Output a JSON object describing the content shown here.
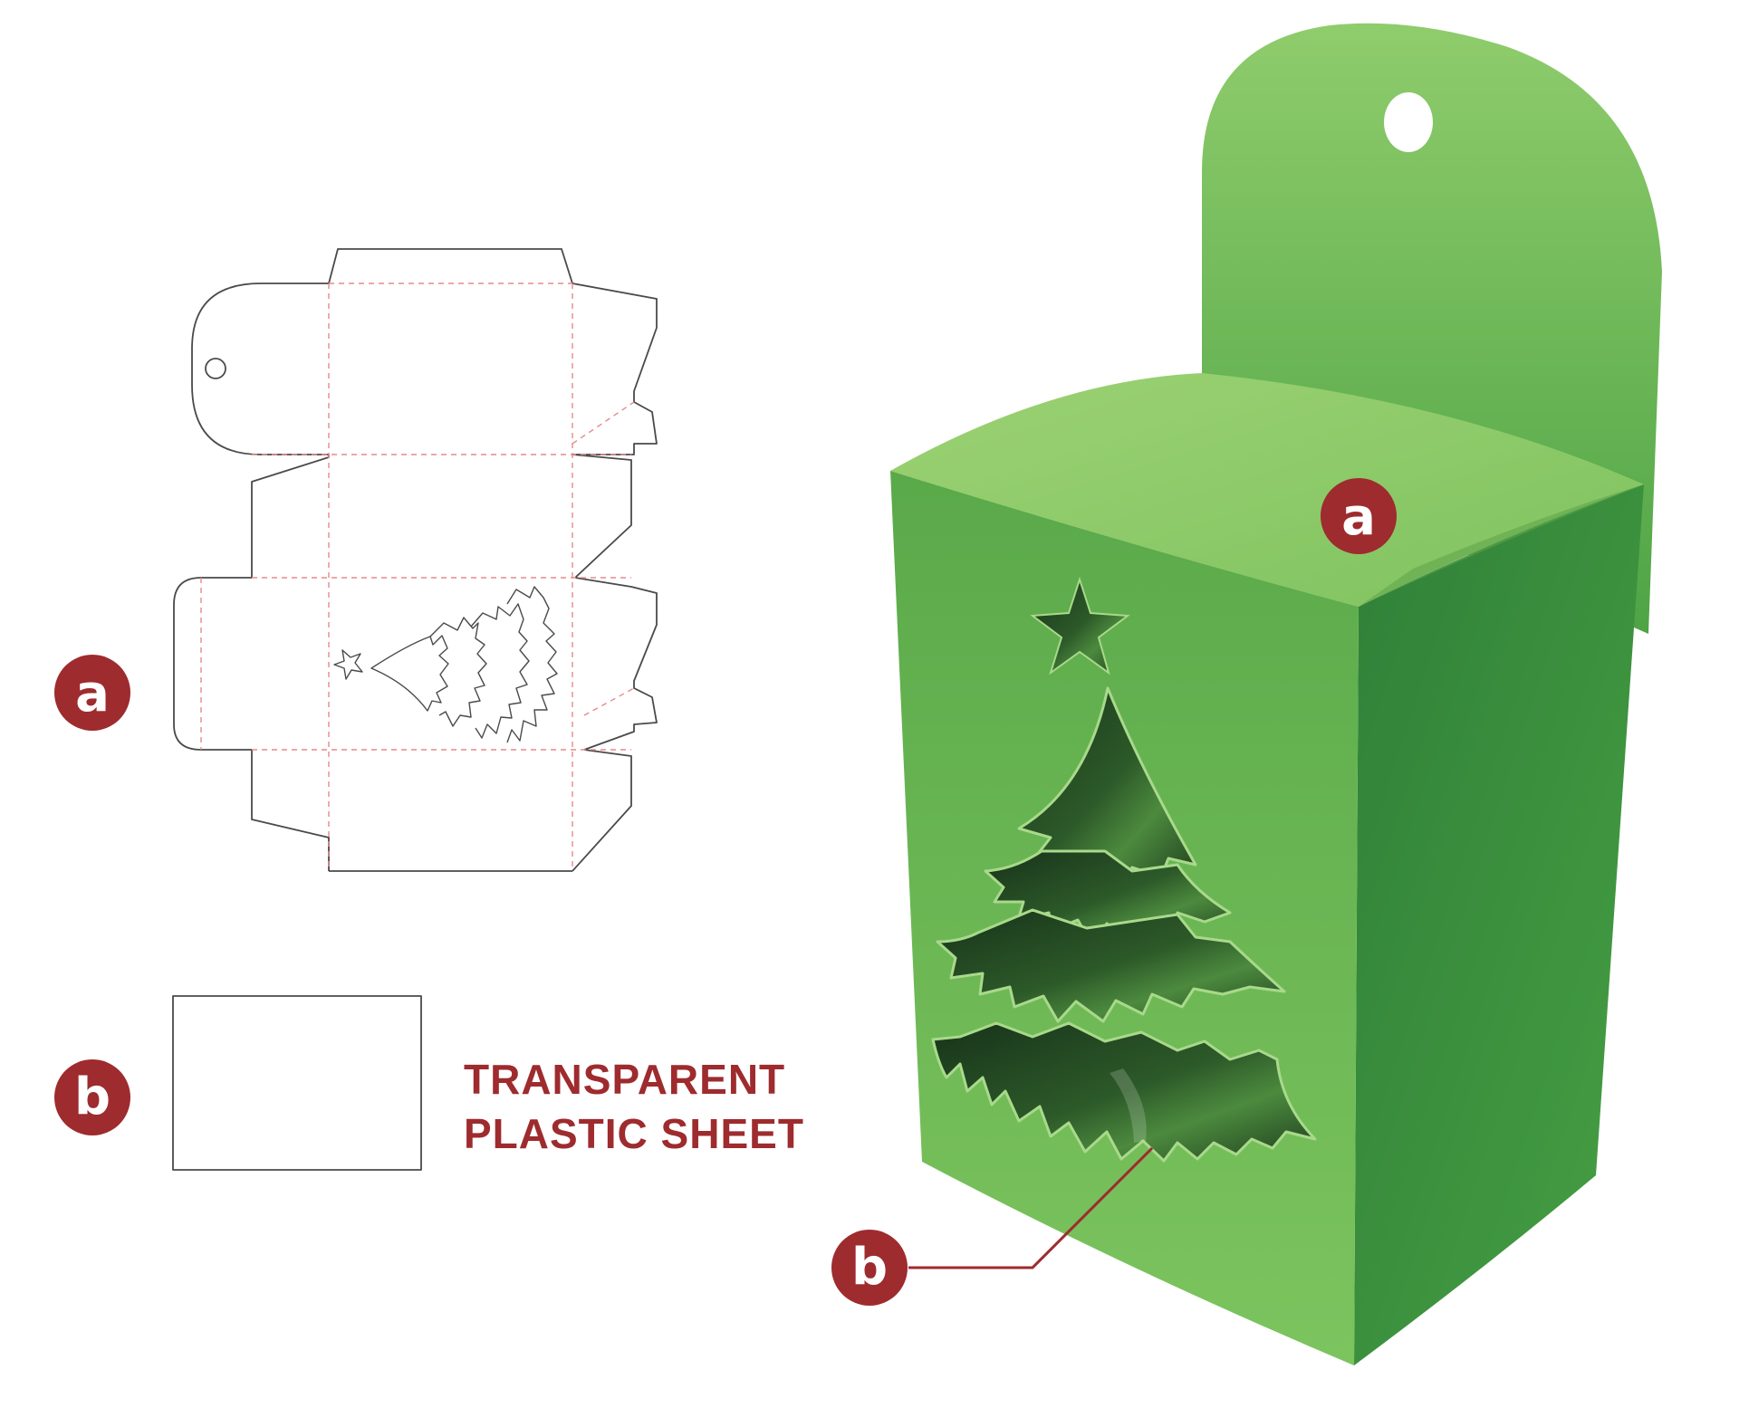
{
  "labels": {
    "a": "a",
    "b": "b"
  },
  "caption": {
    "line1": "TRANSPARENT",
    "line2": "PLASTIC SHEET"
  },
  "colors": {
    "badge": "#9e2b2e",
    "caption": "#9e2b2e",
    "box_light": "#8fcf6a",
    "box_mid": "#5fb04b",
    "box_dark": "#3a8e3c",
    "window_dark": "#1f3d1c"
  }
}
